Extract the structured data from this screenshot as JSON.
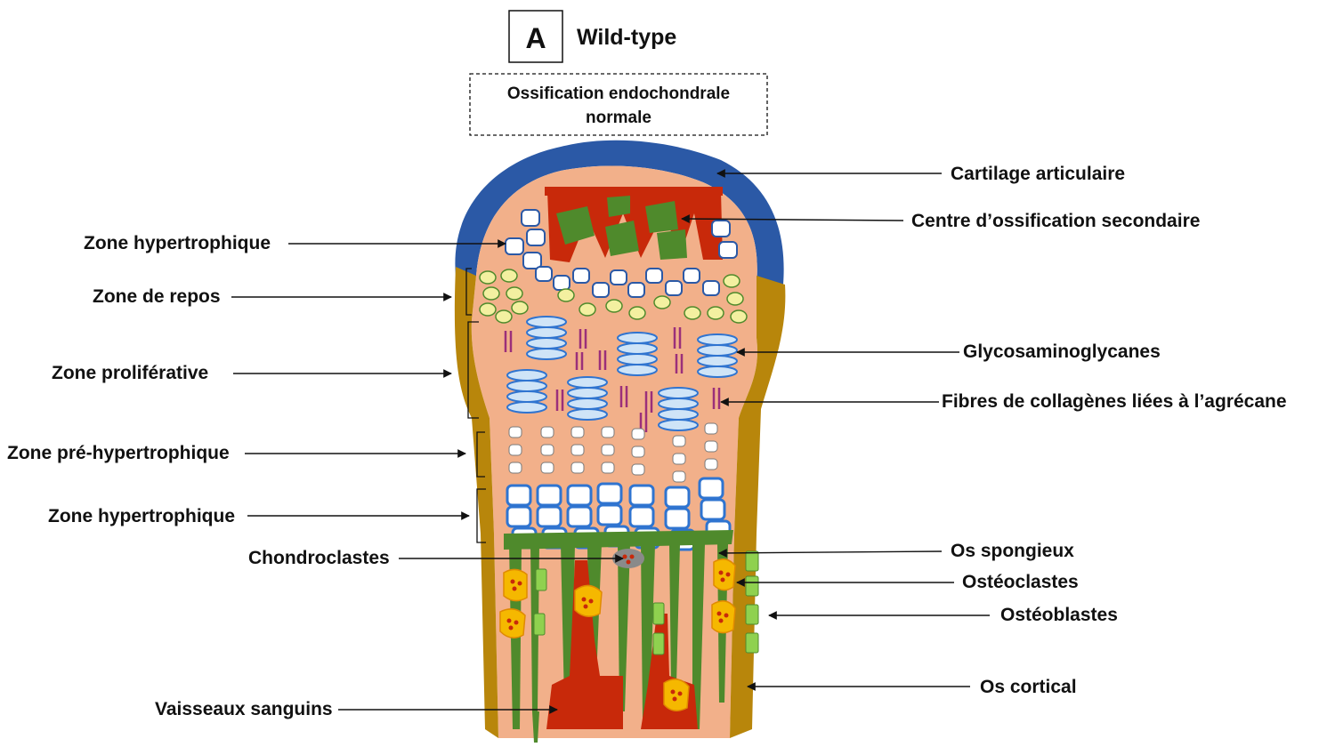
{
  "panel": {
    "letter": "A",
    "title": "Wild-type"
  },
  "subtitle": {
    "line1": "Ossification endochondrale",
    "line2": "normale"
  },
  "labels": {
    "cartilage_articulaire": "Cartilage articulaire",
    "centre_ossification": "Centre d’ossification secondaire",
    "zone_hypertrophique_top": "Zone hypertrophique",
    "zone_repos": "Zone de repos",
    "zone_proliferative": "Zone proliférative",
    "glycosaminoglycanes": "Glycosaminoglycanes",
    "fibres_collagenes": "Fibres de collagènes liées à l’agrécane",
    "zone_pre_hypertrophique": "Zone pré-hypertrophique",
    "zone_hypertrophique": "Zone hypertrophique",
    "chondroclastes": "Chondroclastes",
    "os_spongieux": "Os spongieux",
    "osteoclastes": "Ostéoclastes",
    "osteoblastes": "Ostéoblastes",
    "os_cortical": "Os cortical",
    "vaisseaux_sanguins": "Vaisseaux sanguins"
  },
  "colors": {
    "articular_cartilage": "#2b59a6",
    "cartilage_matrix": "#f2b08a",
    "cortical_bone": "#b8860b",
    "trabecular_bone": "#4f8a2c",
    "blood_vessel": "#c8290a",
    "proliferative_cell": "#4a8fd8",
    "resting_cell": "#f3f0a0",
    "osteoclast": "#f5b800",
    "osteoblast": "#8fd14f",
    "chondroclast": "#8a8a8a"
  }
}
